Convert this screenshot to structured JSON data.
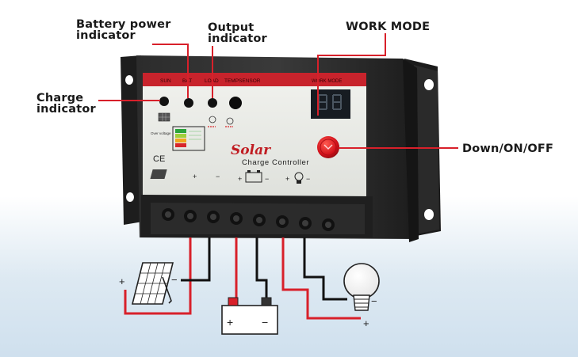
{
  "callouts": {
    "battery_power_indicator": "Battery power\nindicator",
    "output_indicator": "Output\nindicator",
    "work_mode": "WORK MODE",
    "charge_indicator": "Charge\nindicator",
    "down_on_off": "Down/ON/OFF"
  },
  "device": {
    "strip_labels": [
      "SUN",
      "BAT",
      "LOAD",
      "TEMPSENSOR"
    ],
    "work_mode_label": "WORK MODE",
    "brand": "Solar",
    "model": "Charge Controller",
    "ce_mark": "CE",
    "over_voltage": "Over voltage"
  },
  "wiring": {
    "panel_plus": "+",
    "panel_minus": "−",
    "battery_plus": "+",
    "battery_minus": "−",
    "load_plus": "+",
    "load_minus": "−",
    "term_plus_1": "+",
    "term_minus_1": "−",
    "term_plus_2": "+",
    "term_minus_2": "−",
    "term_plus_3": "+",
    "term_minus_3": "−"
  },
  "colors": {
    "red_strip": "#c8232c",
    "housing": "#222222",
    "faceplate": "#e9ebe6",
    "wire_red": "#d8202a",
    "wire_black": "#111111",
    "display": "#171c22"
  }
}
